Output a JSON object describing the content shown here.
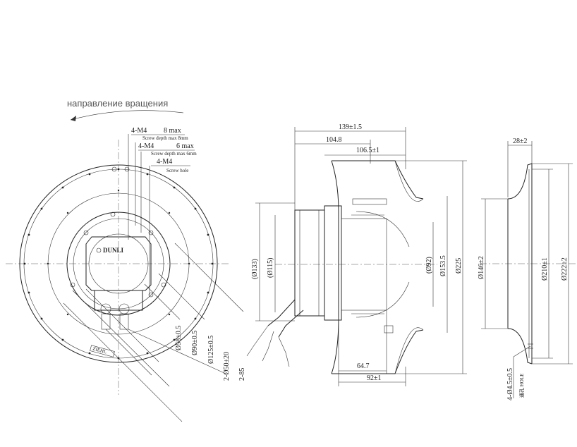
{
  "rotation_label": "направление вращения",
  "brand": "DUNLI",
  "nameplate": "ZIEHL",
  "front_view": {
    "callouts": [
      {
        "id": "m4_a",
        "thread": "4-M4",
        "depth": "8 max",
        "note": "Screw depth max 8mm"
      },
      {
        "id": "m4_b",
        "thread": "4-M4",
        "depth": "6 max",
        "note": "Screw depth max 6mm"
      },
      {
        "id": "m4_c",
        "thread": "4-M4",
        "depth": "",
        "note": "Screw hole"
      }
    ],
    "diameters": [
      "Ø58±0.5",
      "Ø90±0.5",
      "Ø125±0.5",
      "2-Ø50±20",
      "2-85"
    ]
  },
  "side_view": {
    "top_dims": [
      "139±1.5",
      "104.8",
      "106.5±1"
    ],
    "left_dims": [
      "(Ø133)",
      "(Ø115)"
    ],
    "right_dims": [
      "(Ø92)",
      "Ø153.5",
      "Ø225"
    ],
    "bottom_dims": [
      "64.7",
      "92±1"
    ]
  },
  "ring_view": {
    "top_dim": "28±2",
    "left_dim": "Ø146±2",
    "right_dims": [
      "Ø210±1",
      "Ø222±2"
    ],
    "hole_note": "4-Ø4.5±0.5",
    "hole_note2": "通孔 HOLE"
  }
}
